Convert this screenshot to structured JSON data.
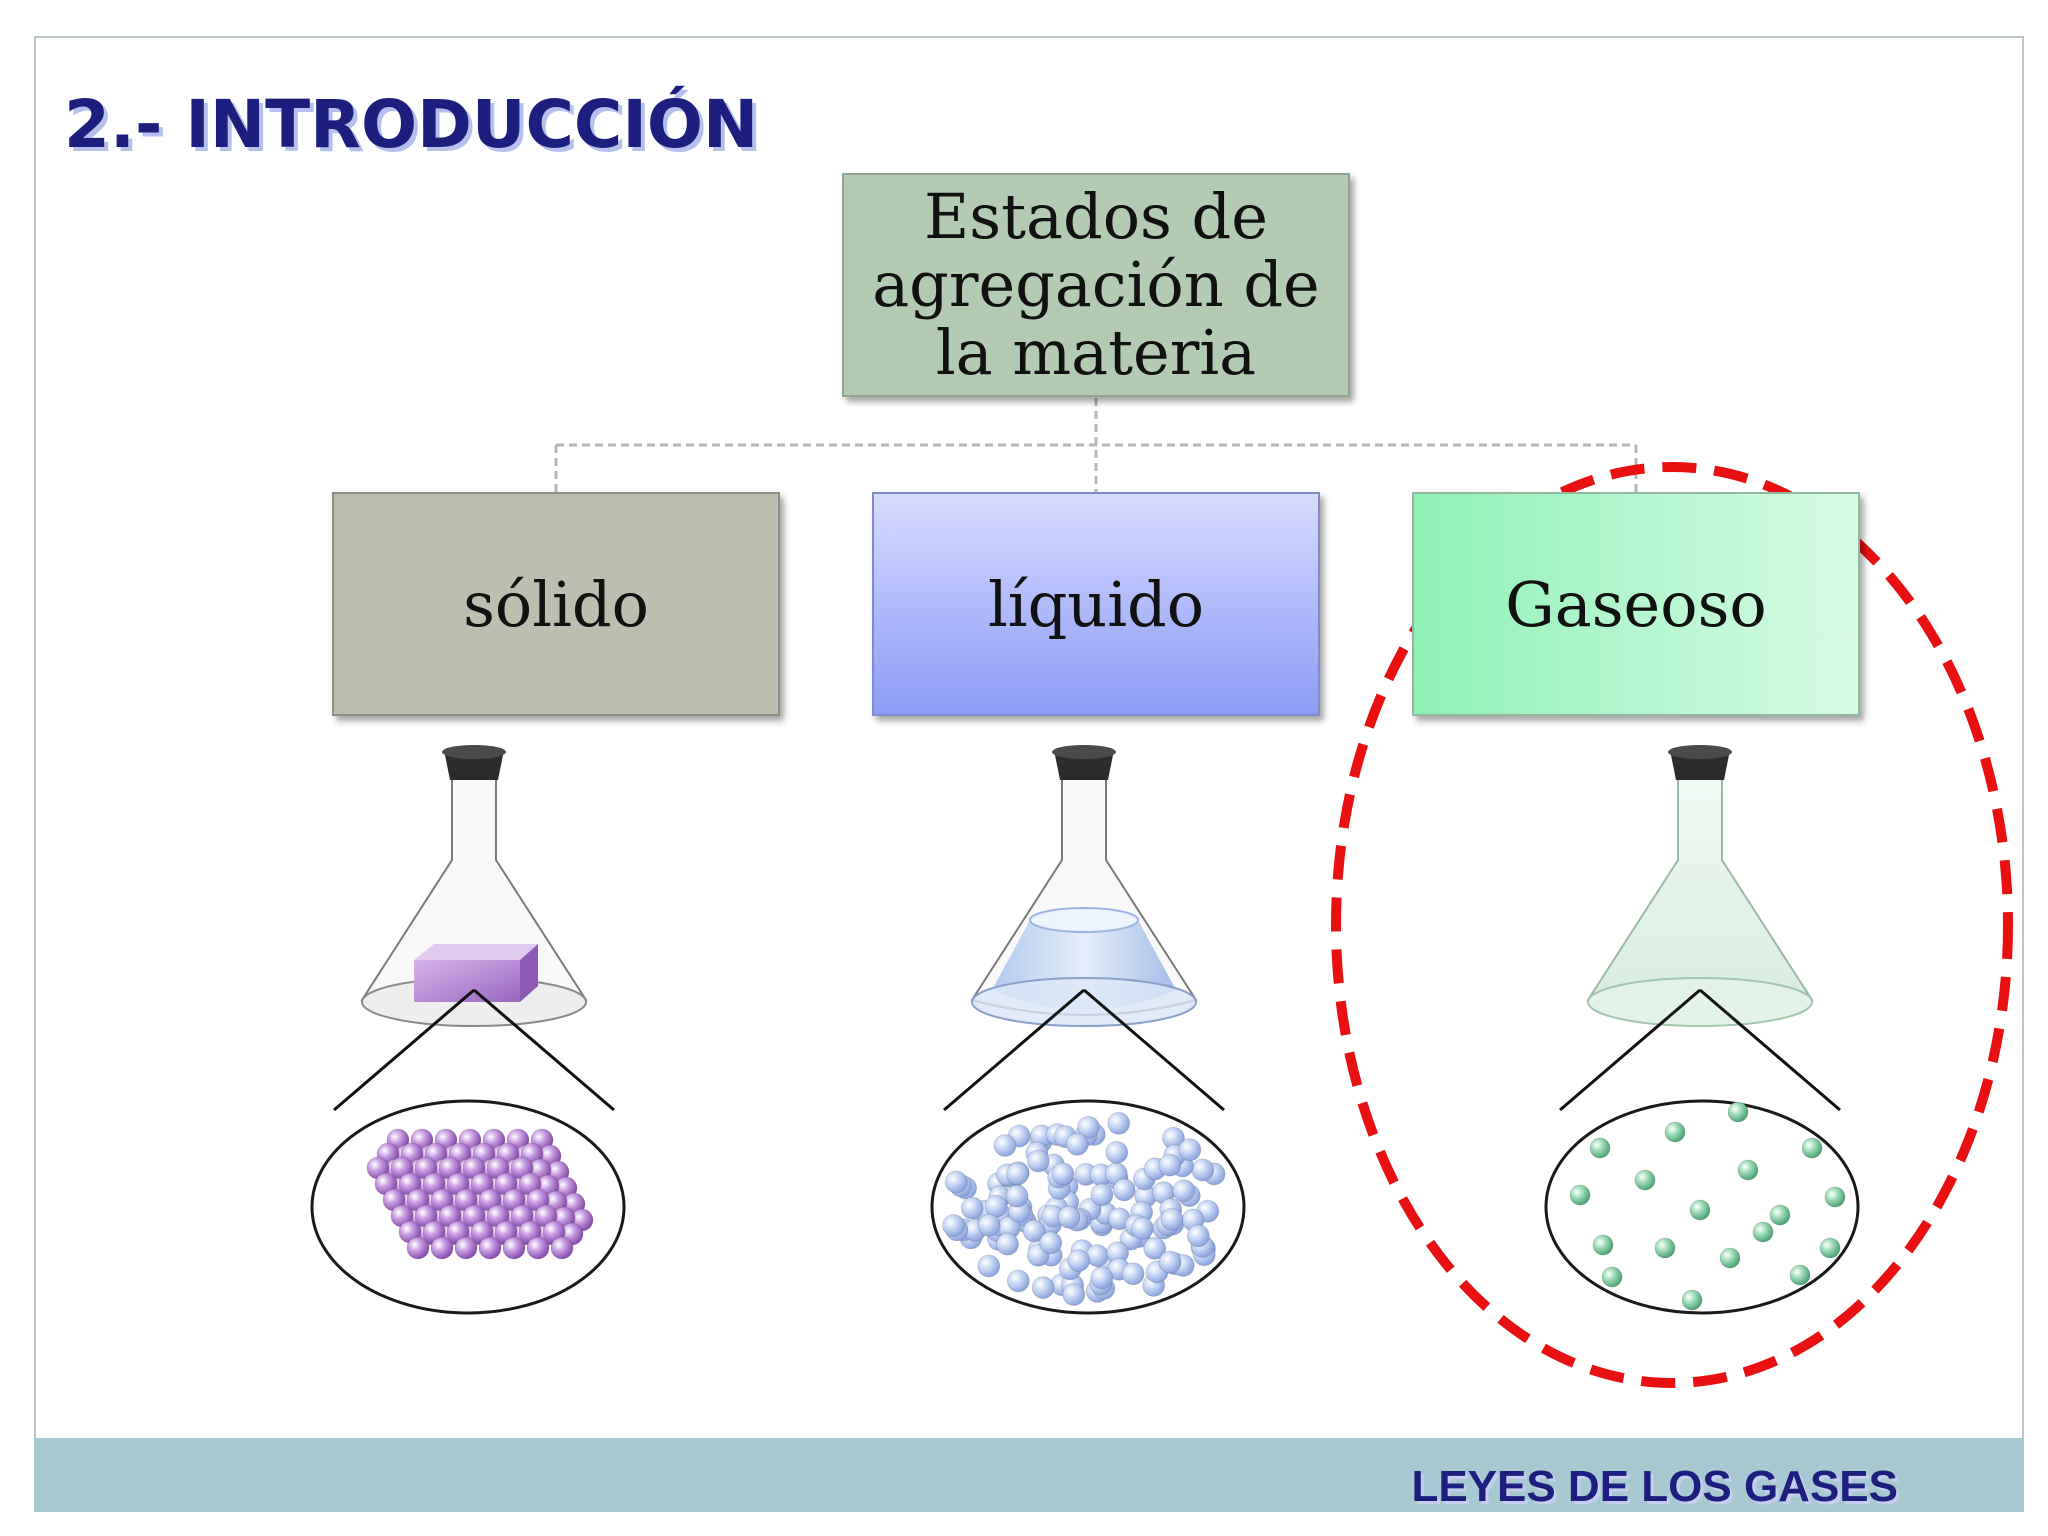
{
  "slide": {
    "title": "2.- INTRODUCCIÓN",
    "footer": "LEYES DE LOS GASES"
  },
  "diagram": {
    "root": "Estados de agregación de la materia",
    "children": [
      {
        "label": "sólido",
        "color": "#bdbdb0"
      },
      {
        "label": "líquido",
        "color": "#a7b3fa"
      },
      {
        "label": "Gaseoso",
        "color": "#a9f5c8"
      }
    ],
    "highlight_color": "#e81010",
    "highlighted_state": "Gaseoso"
  },
  "colors": {
    "title": "#1c1f7e",
    "footer_bar": "#a7cad2",
    "solid_particles": "#a874c7",
    "liquid_particles": "#b3c6ee",
    "gas_particles": "#7fcfa0"
  }
}
